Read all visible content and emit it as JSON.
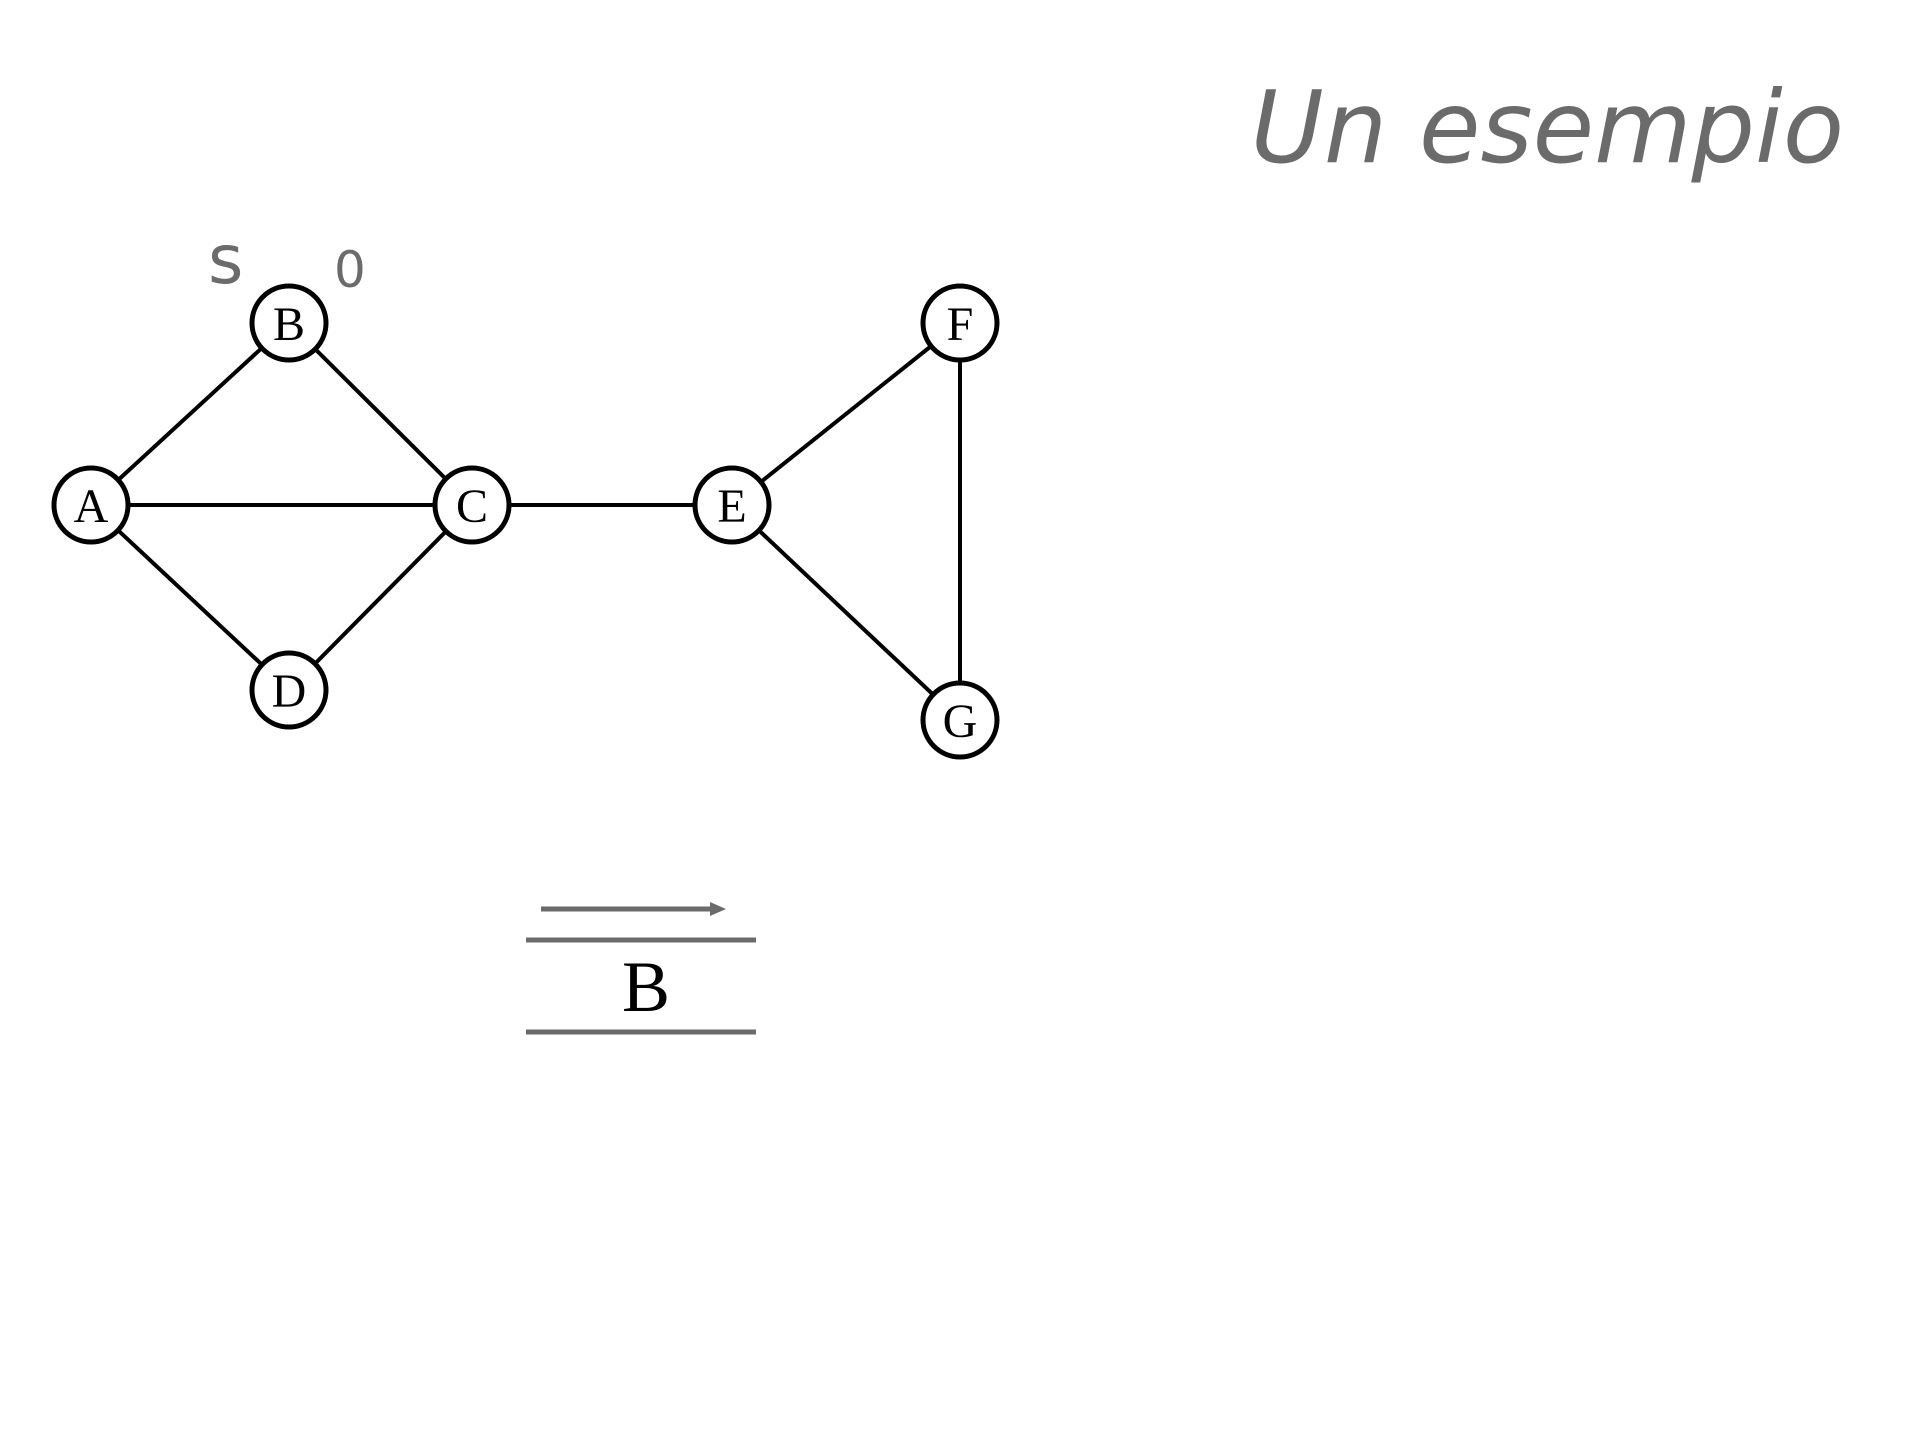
{
  "slide": {
    "title": "Un esempio"
  },
  "graph": {
    "nodes": [
      {
        "id": "A",
        "label": "A"
      },
      {
        "id": "B",
        "label": "B"
      },
      {
        "id": "C",
        "label": "C"
      },
      {
        "id": "D",
        "label": "D"
      },
      {
        "id": "E",
        "label": "E"
      },
      {
        "id": "F",
        "label": "F"
      },
      {
        "id": "G",
        "label": "G"
      }
    ],
    "edges": [
      [
        "A",
        "B"
      ],
      [
        "A",
        "C"
      ],
      [
        "A",
        "D"
      ],
      [
        "B",
        "C"
      ],
      [
        "C",
        "D"
      ],
      [
        "C",
        "E"
      ],
      [
        "E",
        "F"
      ],
      [
        "E",
        "G"
      ],
      [
        "F",
        "G"
      ]
    ],
    "source_marker": "s",
    "source_distance": "0"
  },
  "queue": {
    "items": [
      "B"
    ]
  },
  "colors": {
    "annotation": "#6b6b6b",
    "edge": "#000000",
    "background": "#ffffff"
  }
}
